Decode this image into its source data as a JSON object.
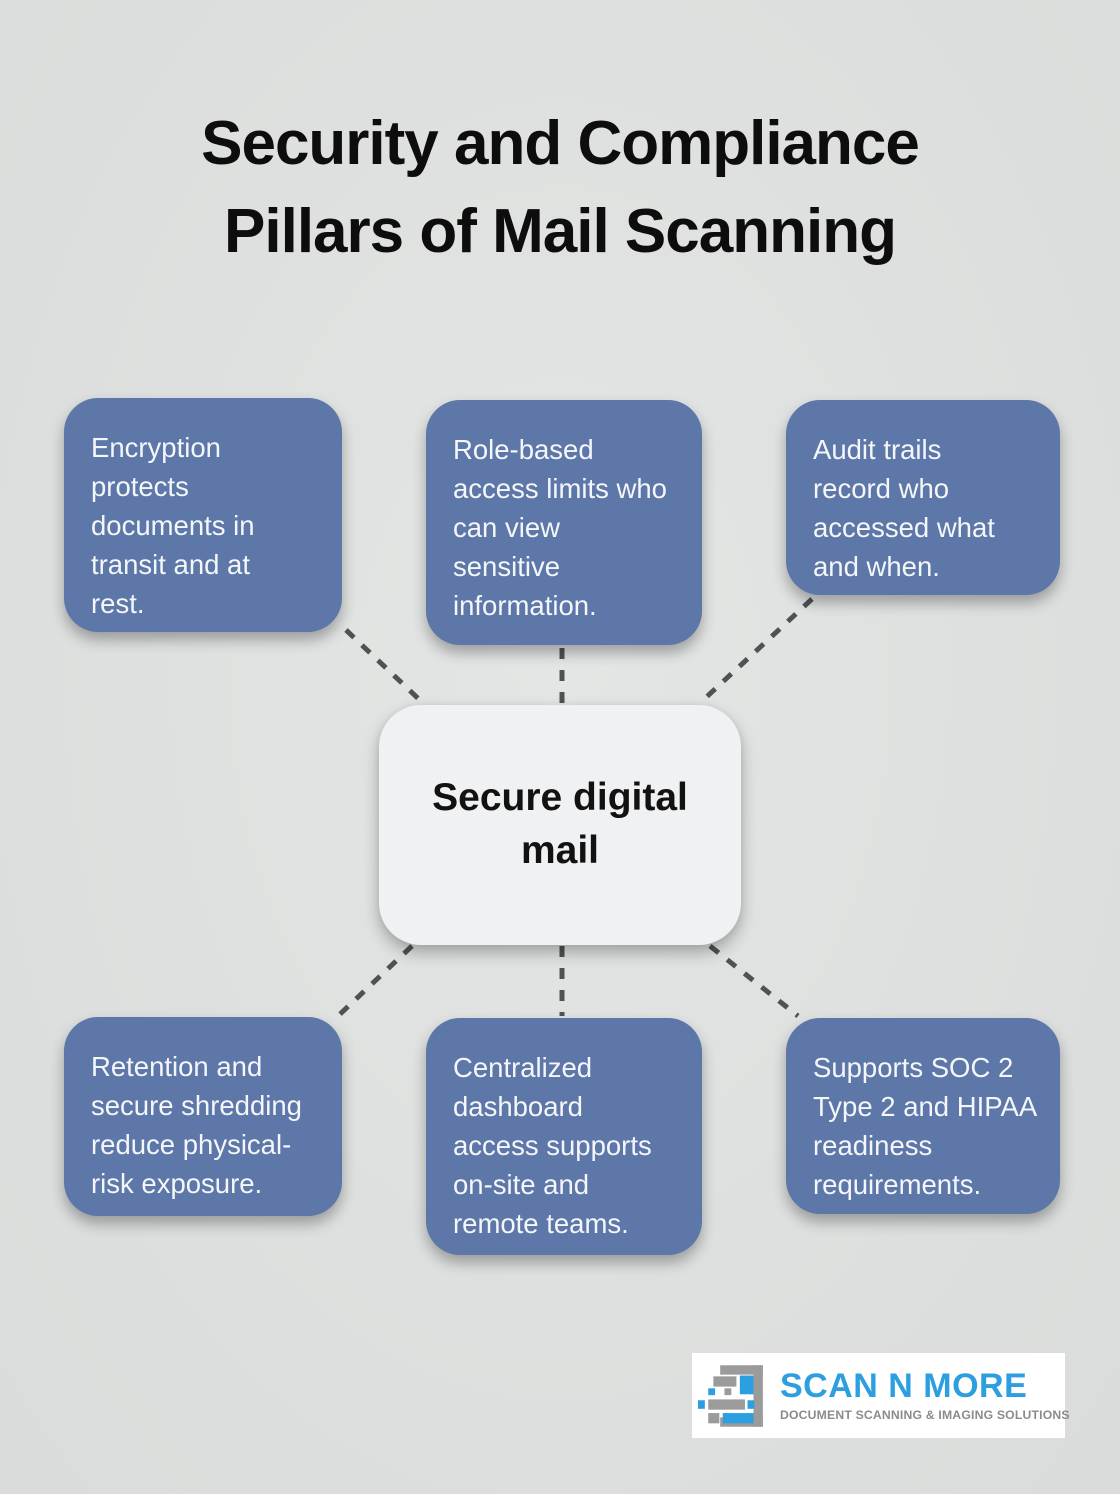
{
  "title": "Security and Compliance\nPillars of Mail Scanning",
  "center_node": {
    "label": "Secure digital\nmail"
  },
  "pillar_nodes": [
    {
      "id": "encryption",
      "text": "Encryption\nprotects\ndocuments in\ntransit and at\nrest."
    },
    {
      "id": "role-based-access",
      "text": "Role-based\naccess limits who\ncan view\nsensitive\ninformation."
    },
    {
      "id": "audit-trails",
      "text": "Audit trails\nrecord who\naccessed what\nand when."
    },
    {
      "id": "retention-shredding",
      "text": "Retention and\nsecure shredding\nreduce physical-\nrisk exposure."
    },
    {
      "id": "centralized-dashboard",
      "text": "Centralized\ndashboard\naccess supports\non-site and\nremote teams."
    },
    {
      "id": "compliance-readiness",
      "text": "Supports SOC 2\nType 2 and HIPAA\nreadiness\nrequirements."
    }
  ],
  "logo": {
    "name": "SCAN N MORE",
    "tagline": "DOCUMENT SCANNING & IMAGING SOLUTIONS"
  },
  "colors": {
    "background": "#dee0df",
    "pillar_blue": "#5d77a8",
    "pillar_text": "#f4f6f9",
    "center_background": "#f0f1f3",
    "title_text": "#0d0d0d",
    "connector_gray": "#4f5255",
    "logo_blue": "#2b9fdf",
    "logo_gray": "#9b9b9b",
    "tagline_gray": "#8b8b8b"
  }
}
